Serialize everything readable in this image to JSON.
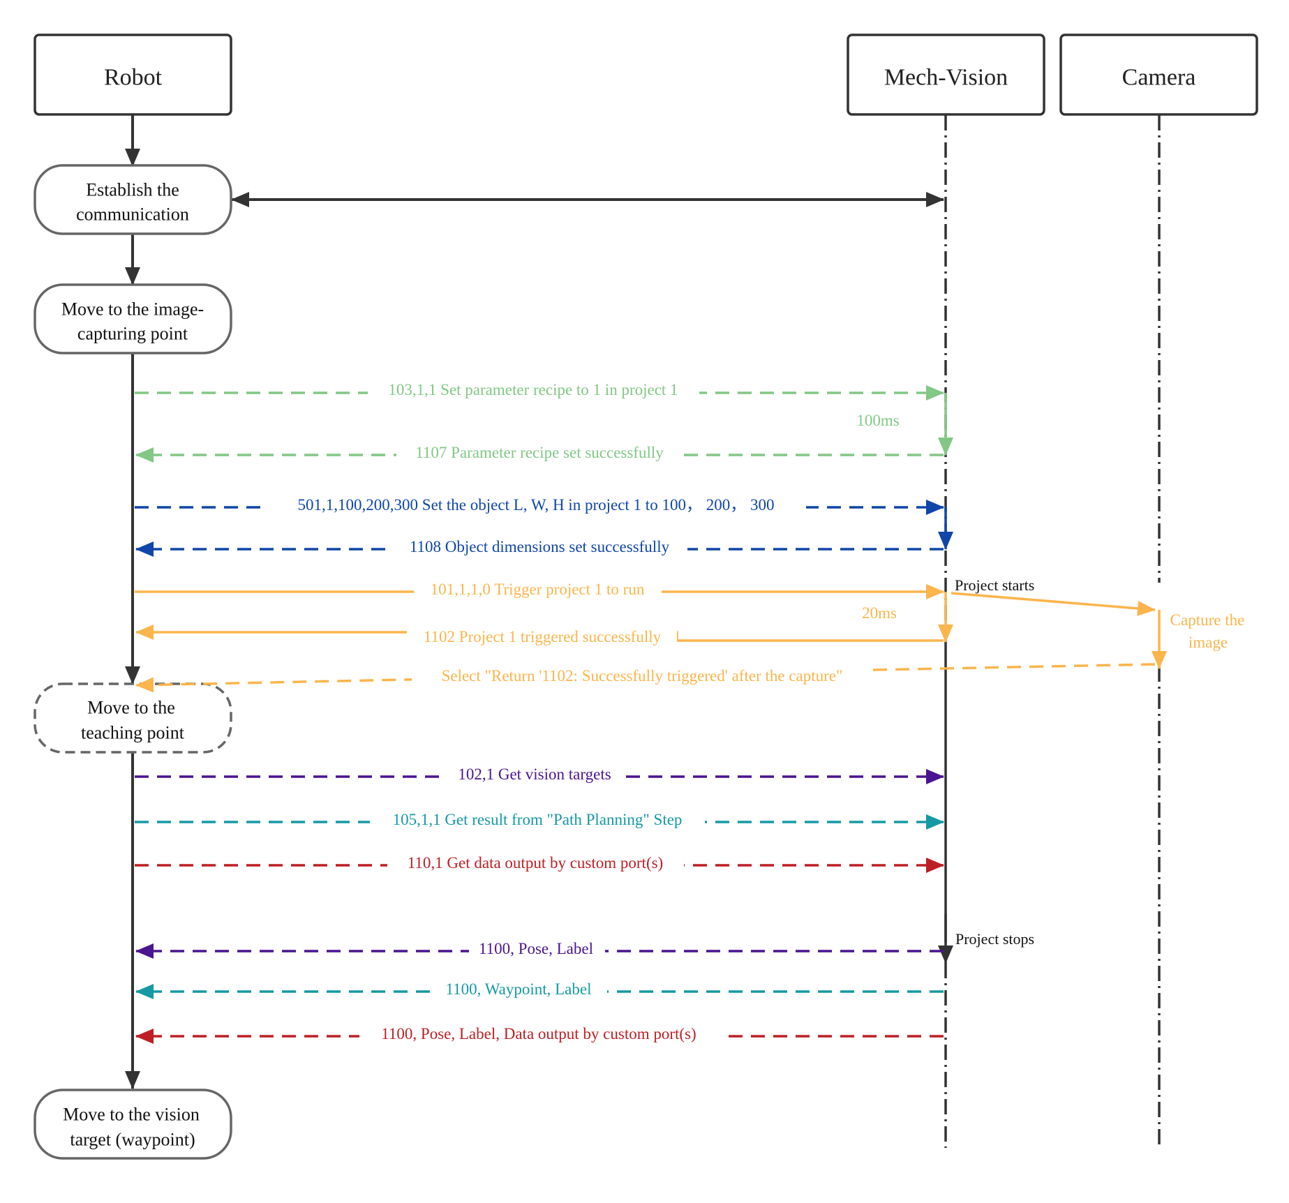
{
  "colors": {
    "green": "#82c785",
    "blue": "#0f46a8",
    "orange": "#fbb54c",
    "purple": "#4a1590",
    "teal": "#1599a4",
    "red": "#bd1f24",
    "dark": "#333333"
  },
  "participants": {
    "robot": "Robot",
    "mech_vision": "Mech-Vision",
    "camera": "Camera"
  },
  "robot_steps": {
    "establish": [
      "Establish the",
      "communication"
    ],
    "move_capture": [
      "Move to the image-",
      "capturing point"
    ],
    "move_teach": [
      "Move to the",
      "teaching point"
    ],
    "move_target": [
      "Move to the vision",
      "target (waypoint)"
    ]
  },
  "messages": {
    "set_recipe": "103,1,1 Set parameter recipe to 1 in project 1",
    "recipe_ok": "1107 Parameter recipe set successfully",
    "set_dims": "501,1,100,200,300 Set the object L, W, H in project 1 to 100， 200， 300",
    "dims_ok": "1108 Object dimensions set successfully",
    "trigger": "101,1,1,0 Trigger project 1 to run",
    "triggered": "1102 Project 1 triggered successfully",
    "return_after": "Select \"Return '1102: Successfully triggered' after the capture\"",
    "get_targets": "102,1 Get vision targets",
    "get_path": "105,1,1 Get result from \"Path Planning\" Step",
    "get_custom": "110,1 Get data output by custom port(s)",
    "resp_pose": "1100, Pose, Label",
    "resp_waypoint": "1100, Waypoint, Label",
    "resp_custom": "1100, Pose, Label, Data output by custom port(s)"
  },
  "notes": {
    "delay_100": "100ms",
    "delay_20": "20ms",
    "project_starts": "Project starts",
    "project_stops": "Project stops",
    "capture": [
      "Capture the",
      "image"
    ]
  }
}
